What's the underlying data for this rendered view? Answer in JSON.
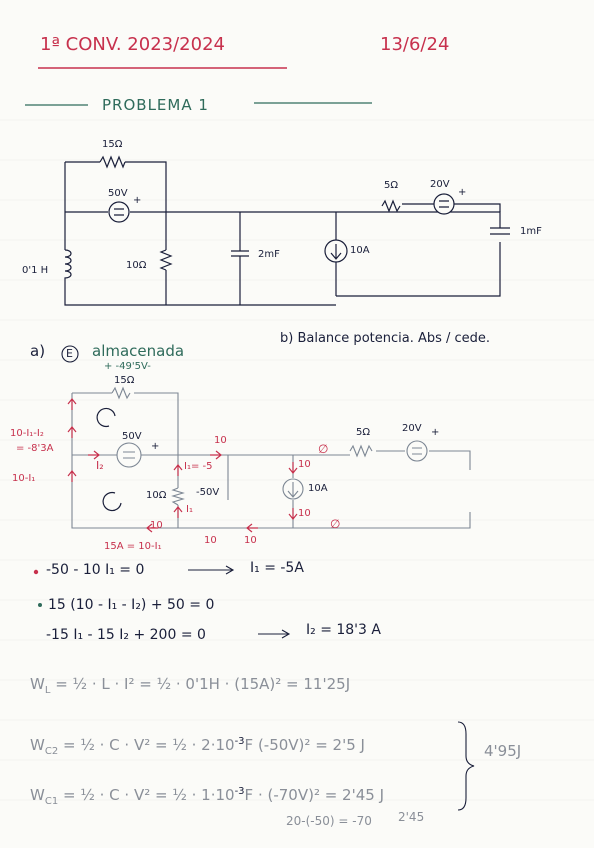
{
  "header": {
    "title": "1ª CONV.  2023/2024",
    "date": "13/6/24"
  },
  "problem": {
    "heading": "PROBLEMA 1"
  },
  "circuit1": {
    "r_top": "15Ω",
    "v_source_left": "50V",
    "v_source_left_sign": "+",
    "inductor": "0'1 H",
    "r_mid": "10Ω",
    "cap_mid": "2mF",
    "current_source": "10A",
    "r_right": "5Ω",
    "v_source_right": "20V",
    "v_source_right_sign": "+",
    "cap_right": "1mF"
  },
  "parts": {
    "a_label": "a)",
    "a_circle": "E",
    "a_text": "almacenada",
    "a_annotation": "+ -49'5V-",
    "b_text": "b) Balance potencia. Abs / cede."
  },
  "circuit2": {
    "r_top": "15Ω",
    "v_source_left": "50V",
    "v_source_left_sign": "+",
    "r_mid": "10Ω",
    "r_right": "5Ω",
    "v_source_right": "20V",
    "v_source_right_sign": "+",
    "current_source": "10A",
    "left_expr": "10-I₁-I₂",
    "left_value": "= -8'3A",
    "left_lower": "10-I₁",
    "i2_label": "I₂",
    "i1_eq": "I₁= -5",
    "i1_label": "I₁",
    "v_mid": "-50V",
    "top_mid_current": "10",
    "source_current_top": "10",
    "source_current_bottom": "10",
    "bottom_left_expr": "15A = 10-I₁",
    "bottom_mid_1": "10",
    "bottom_mid_2": "10",
    "bottom_mid_3": "10",
    "phi": "∅"
  },
  "equations": {
    "eq1": "-50 - 10 I₁ = 0",
    "eq1_result": "I₁ = -5A",
    "eq2": "15 (10 - I₁ - I₂) + 50 = 0",
    "eq3": "-15 I₁ - 15 I₂ + 200 = 0",
    "eq3_result": "I₂ = 18'3 A",
    "wl": "W_L = 1/2 · L · I² = 1/2 · 0'1H · (15A)² = 11'25J",
    "wl_lhs": "W",
    "wl_sub": "L",
    "wl_mid": "= ½ · L · I² = ½ · 0'1H · (15A)² = 11'25J",
    "wc2_lhs": "W",
    "wc2_sub": "C2",
    "wc2_mid": "= ½ · C · V² = ½ · 2·10",
    "wc2_exp": "-3",
    "wc2_end": "F (-50V)² = 2'5 J",
    "wc1_lhs": "W",
    "wc1_sub": "C1",
    "wc1_mid": "= ½ · C · V² = ½ · 1·10",
    "wc1_exp": "-3",
    "wc1_end": "F · (-70V)² = 2'45 J",
    "total": "4'95J",
    "footnote_left": "20-(-50) = -70",
    "footnote_right": "2'45"
  }
}
